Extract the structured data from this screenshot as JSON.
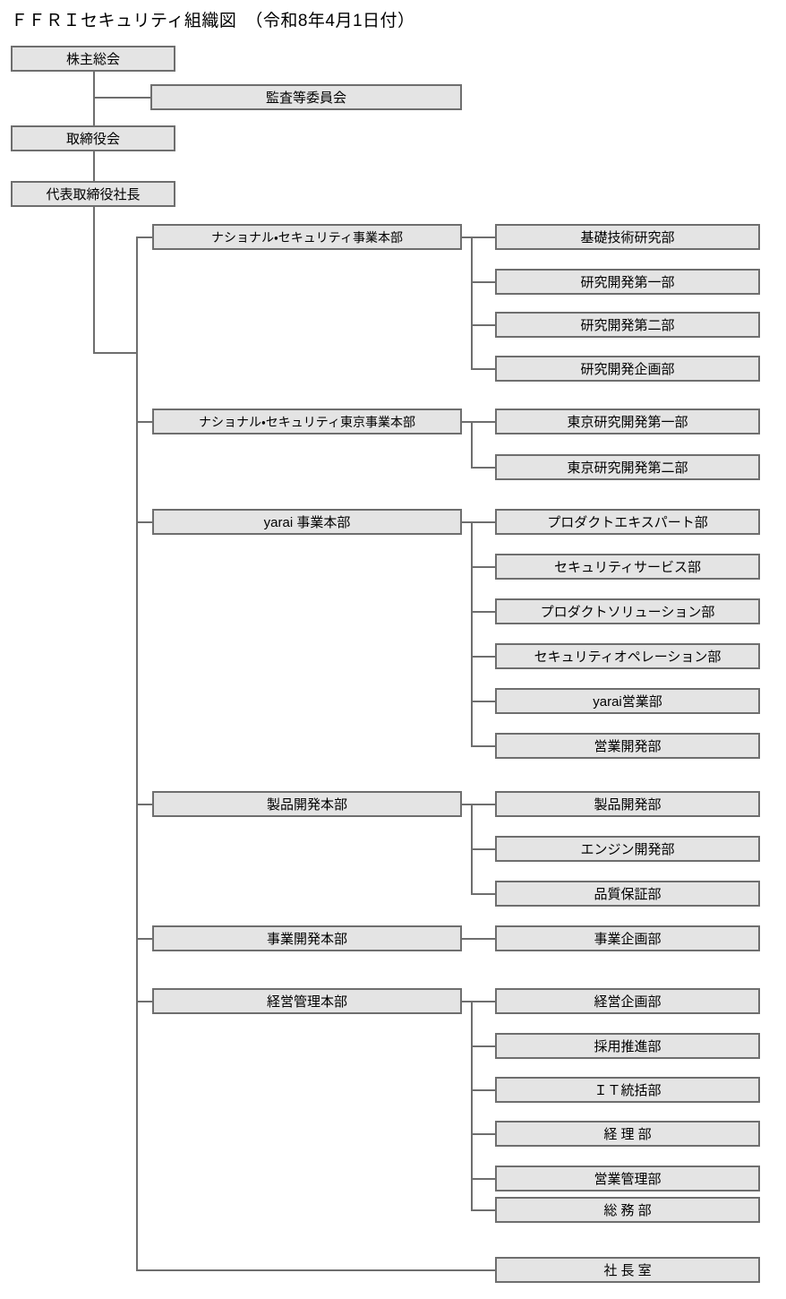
{
  "title": "ＦＦＲＩセキュリティ組織図　（令和8年4月1日付）",
  "colors": {
    "node_fill": "#e4e4e4",
    "node_border": "#6e6e6e",
    "connector": "#6e6e6e",
    "text": "#000000",
    "background": "#ffffff"
  },
  "governance": {
    "shareholders_meeting": "株主総会",
    "audit_committee": "監査等委員会",
    "board_of_directors": "取締役会",
    "president": "代表取締役社長"
  },
  "divisions": [
    {
      "name": "ナショナル・セキュリティ事業本部",
      "departments": [
        "基礎技術研究部",
        "研究開発第一部",
        "研究開発第二部",
        "研究開発企画部"
      ]
    },
    {
      "name": "ナショナル・セキュリティ東京事業本部",
      "departments": [
        "東京研究開発第一部",
        "東京研究開発第二部"
      ]
    },
    {
      "name": "yarai 事業本部",
      "departments": [
        "プロダクトエキスパート部",
        "セキュリティサービス部",
        "プロダクトソリューション部",
        "セキュリティオペレーション部",
        "yarai営業部",
        "営業開発部"
      ]
    },
    {
      "name": "製品開発本部",
      "departments": [
        "製品開発部",
        "エンジン開発部",
        "品質保証部"
      ]
    },
    {
      "name": "事業開発本部",
      "departments": [
        "事業企画部"
      ]
    },
    {
      "name": "経営管理本部",
      "departments": [
        "経営企画部",
        "採用推進部",
        "ＩＴ統括部",
        "経 理 部",
        "営業管理部",
        "総 務 部"
      ]
    }
  ],
  "direct_units": [
    "社 長 室"
  ]
}
